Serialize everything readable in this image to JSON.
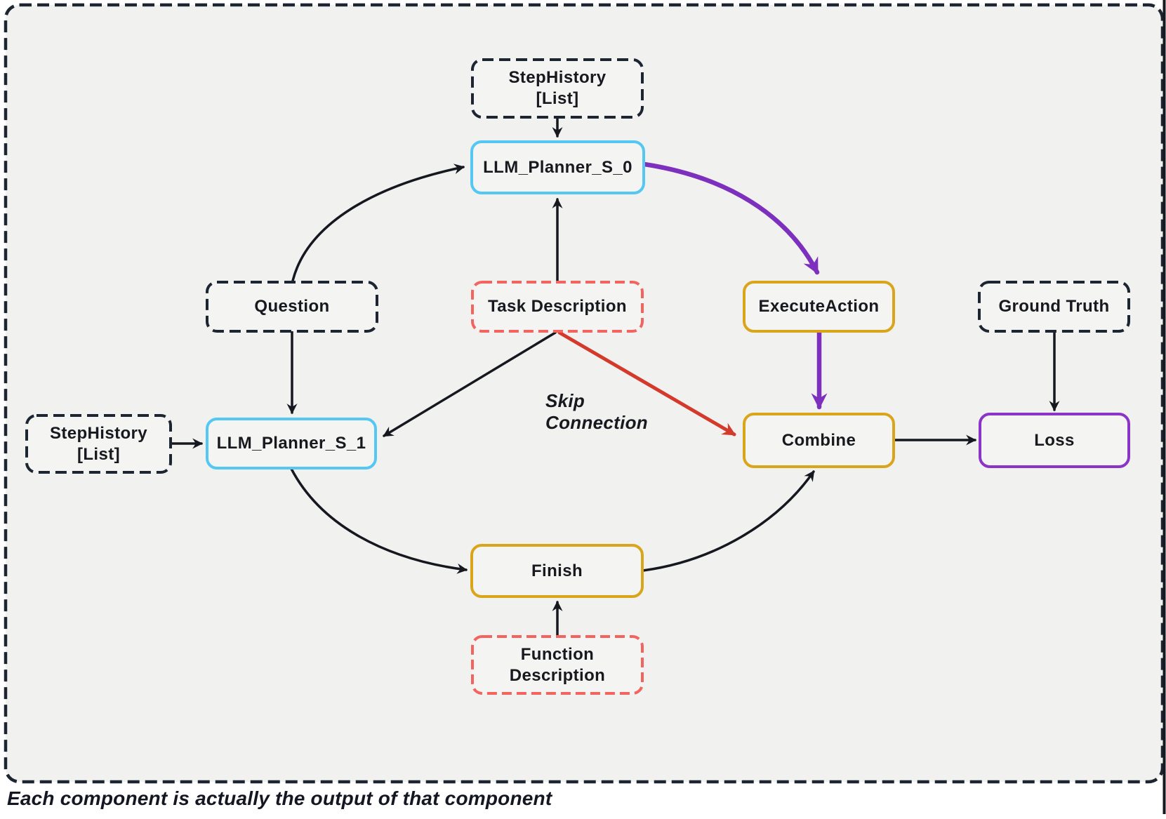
{
  "diagram": {
    "caption": "Each component is actually the output of that component",
    "skip_connection_label": "Skip\nConnection",
    "nodes": {
      "step_history_top": {
        "label": "StepHistory\n[List]",
        "style": "dashed-black"
      },
      "llm_planner_s_0": {
        "label": "LLM_Planner_S_0",
        "style": "solid-cyan"
      },
      "question": {
        "label": "Question",
        "style": "dashed-black"
      },
      "task_description": {
        "label": "Task Description",
        "style": "dashed-red"
      },
      "execute_action": {
        "label": "ExecuteAction",
        "style": "solid-gold"
      },
      "ground_truth": {
        "label": "Ground Truth",
        "style": "dashed-black"
      },
      "step_history_left": {
        "label": "StepHistory\n[List]",
        "style": "dashed-black"
      },
      "llm_planner_s_1": {
        "label": "LLM_Planner_S_1",
        "style": "solid-cyan"
      },
      "combine": {
        "label": "Combine",
        "style": "solid-gold"
      },
      "loss": {
        "label": "Loss",
        "style": "solid-purple"
      },
      "finish": {
        "label": "Finish",
        "style": "solid-gold"
      },
      "function_description": {
        "label": "Function\nDescription",
        "style": "dashed-red"
      }
    },
    "edges": [
      {
        "from": "StepHistory [List] (top)",
        "to": "LLM_Planner_S_0",
        "color": "black"
      },
      {
        "from": "Question",
        "to": "LLM_Planner_S_0",
        "color": "black"
      },
      {
        "from": "Task Description",
        "to": "LLM_Planner_S_0",
        "color": "black"
      },
      {
        "from": "LLM_Planner_S_0",
        "to": "ExecuteAction",
        "color": "purple"
      },
      {
        "from": "Question",
        "to": "LLM_Planner_S_1",
        "color": "black"
      },
      {
        "from": "Task Description",
        "to": "LLM_Planner_S_1",
        "color": "black"
      },
      {
        "from": "Task Description",
        "to": "Combine",
        "color": "red",
        "note": "Skip Connection"
      },
      {
        "from": "ExecuteAction",
        "to": "Combine",
        "color": "purple"
      },
      {
        "from": "StepHistory [List] (left)",
        "to": "LLM_Planner_S_1",
        "color": "black"
      },
      {
        "from": "LLM_Planner_S_1",
        "to": "Finish",
        "color": "black"
      },
      {
        "from": "Function Description",
        "to": "Finish",
        "color": "black"
      },
      {
        "from": "Finish",
        "to": "Combine",
        "color": "black"
      },
      {
        "from": "Combine",
        "to": "Loss",
        "color": "black"
      },
      {
        "from": "Ground Truth",
        "to": "Loss",
        "color": "black"
      }
    ],
    "colors": {
      "panel_background": "#f1f1ef",
      "node_fill": "#f4f4f3",
      "dashed_border_dark": "#1d2532",
      "cyan_border": "#54c8f2",
      "gold_border": "#d9a51b",
      "purple_border": "#8a35c8",
      "purple_arrow": "#7d30bd",
      "red_dashed_border": "#f4645f",
      "red_arrow": "#d43a2c",
      "black_arrow": "#16181f",
      "text": "#17191f"
    }
  }
}
